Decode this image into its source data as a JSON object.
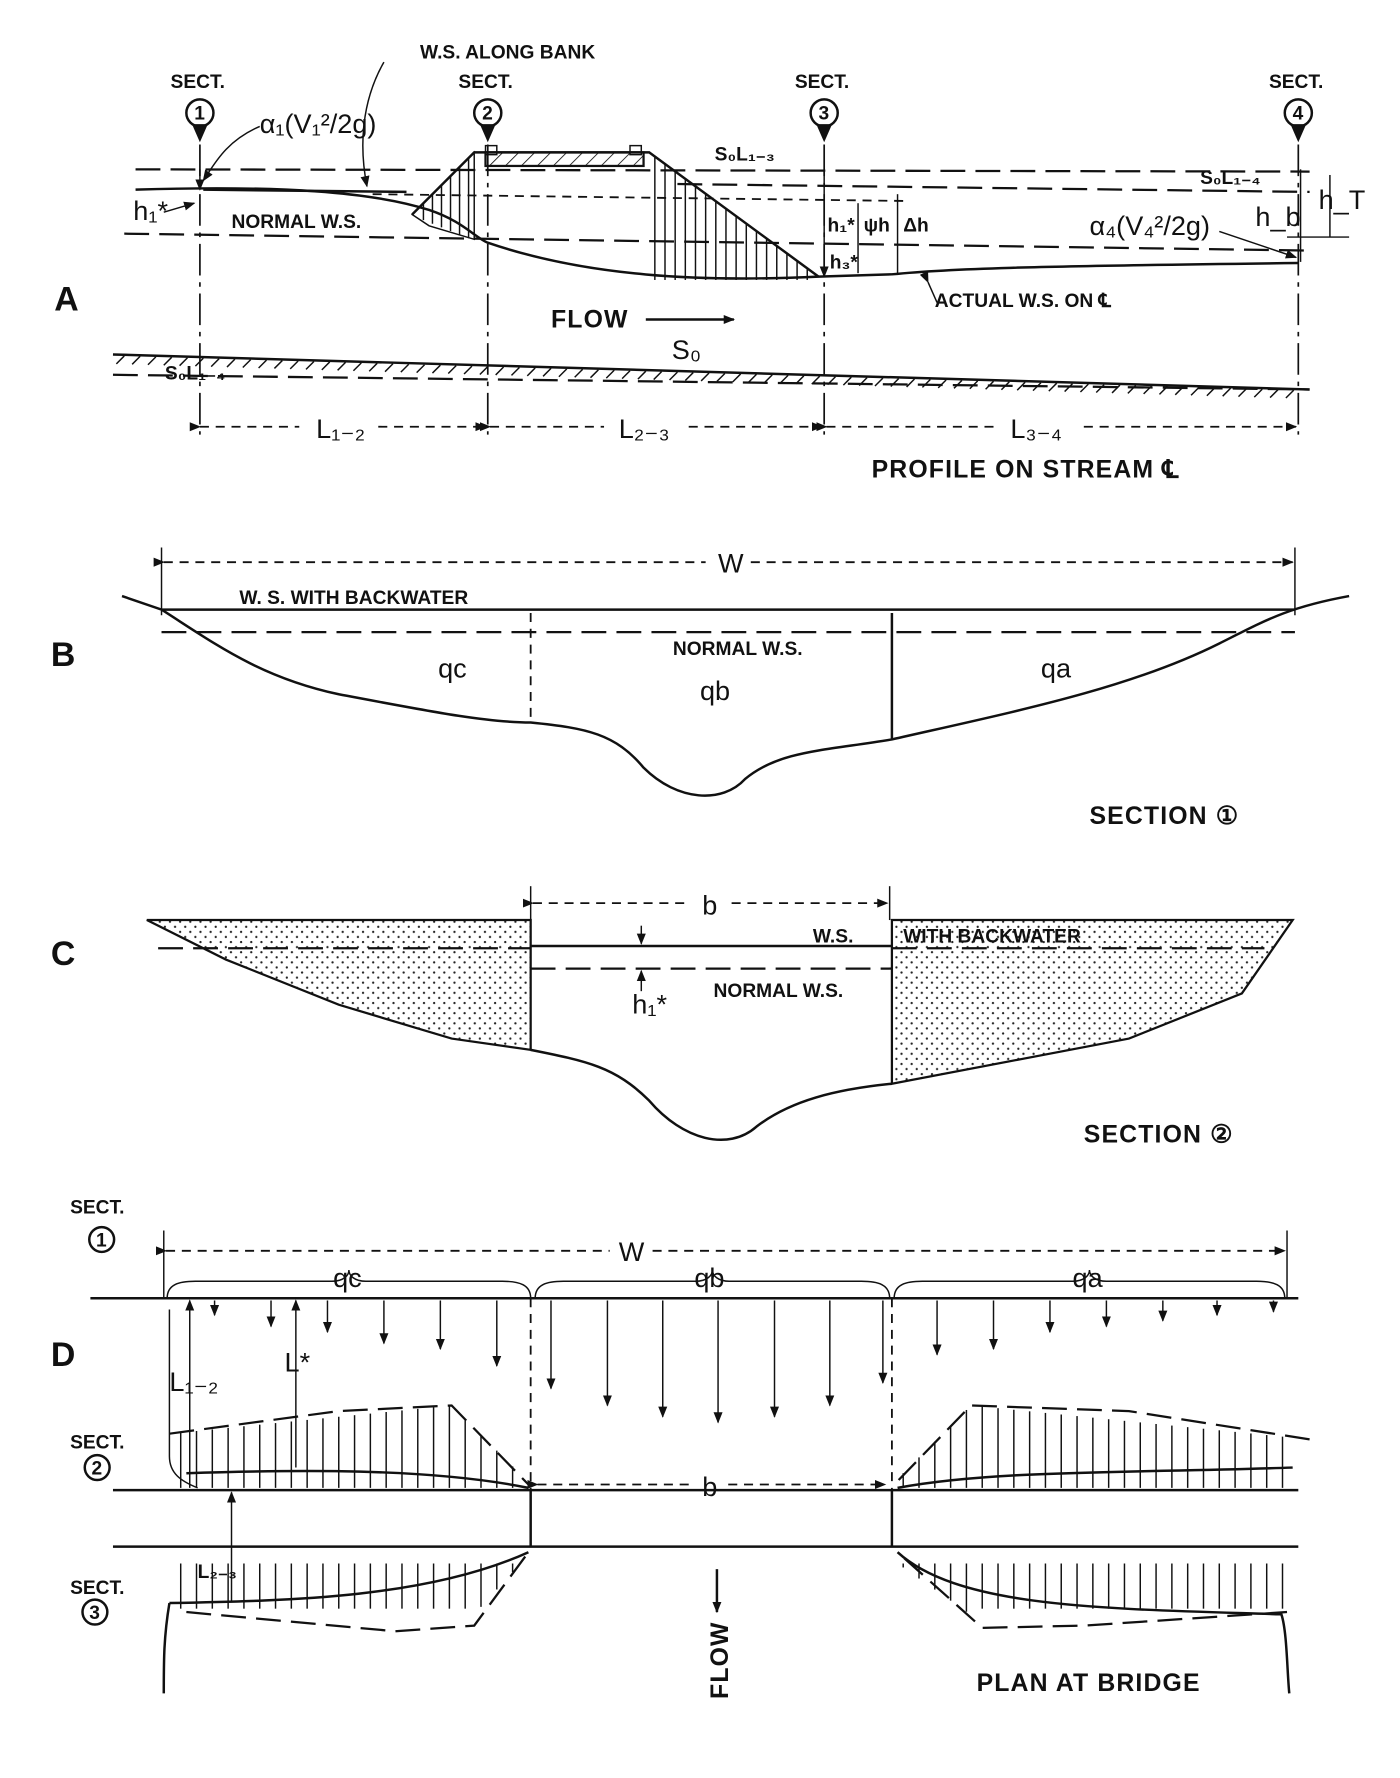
{
  "panels": {
    "a": {
      "letter": "A",
      "sect_label": "SECT.",
      "sections": [
        "1",
        "2",
        "3",
        "4"
      ],
      "ws_along_bank": "W.S. ALONG BANK",
      "alpha1": "α₁(V₁²/2g)",
      "alpha4": "α₄(V₄²/2g)",
      "h1star": "h₁*",
      "normal_ws": "NORMAL W.S.",
      "so_l13": "S₀L₁₋₃",
      "so_l14_top": "S₀L₁₋₄",
      "ht": "h_T",
      "hb": "h_b",
      "h1star_mid": "h₁*",
      "psi_h": "ψh",
      "delta_h": "Δh",
      "h3star": "h₃*",
      "actual_ws": "ACTUAL W.S. ON ℄",
      "flow": "FLOW",
      "so": "S₀",
      "so_l14_bottom": "S₀L₁₋₄",
      "l12": "L₁₋₂",
      "l23": "L₂₋₃",
      "l34": "L₃₋₄",
      "caption": "PROFILE ON STREAM ℄"
    },
    "b": {
      "letter": "B",
      "w": "W",
      "ws_backwater": "W. S. WITH BACKWATER",
      "normal_ws": "NORMAL W.S.",
      "qc": "qc",
      "qb": "qb",
      "qa": "qa",
      "caption": "SECTION ①"
    },
    "c": {
      "letter": "C",
      "b": "b",
      "ws": "W.S.",
      "with_backwater": "WITH BACKWATER",
      "normal_ws": "NORMAL W.S.",
      "h1star": "h₁*",
      "caption": "SECTION ②"
    },
    "d": {
      "letter": "D",
      "sect_label": "SECT.",
      "sect1": "1",
      "sect2": "2",
      "sect3": "3",
      "w": "W",
      "qc": "qc",
      "qb": "qb",
      "qa": "qa",
      "l12": "L₁₋₂",
      "lstar": "L*",
      "l23": "L₂₋₃",
      "b": "b",
      "flow": "FLOW",
      "caption": "PLAN AT BRIDGE"
    }
  }
}
